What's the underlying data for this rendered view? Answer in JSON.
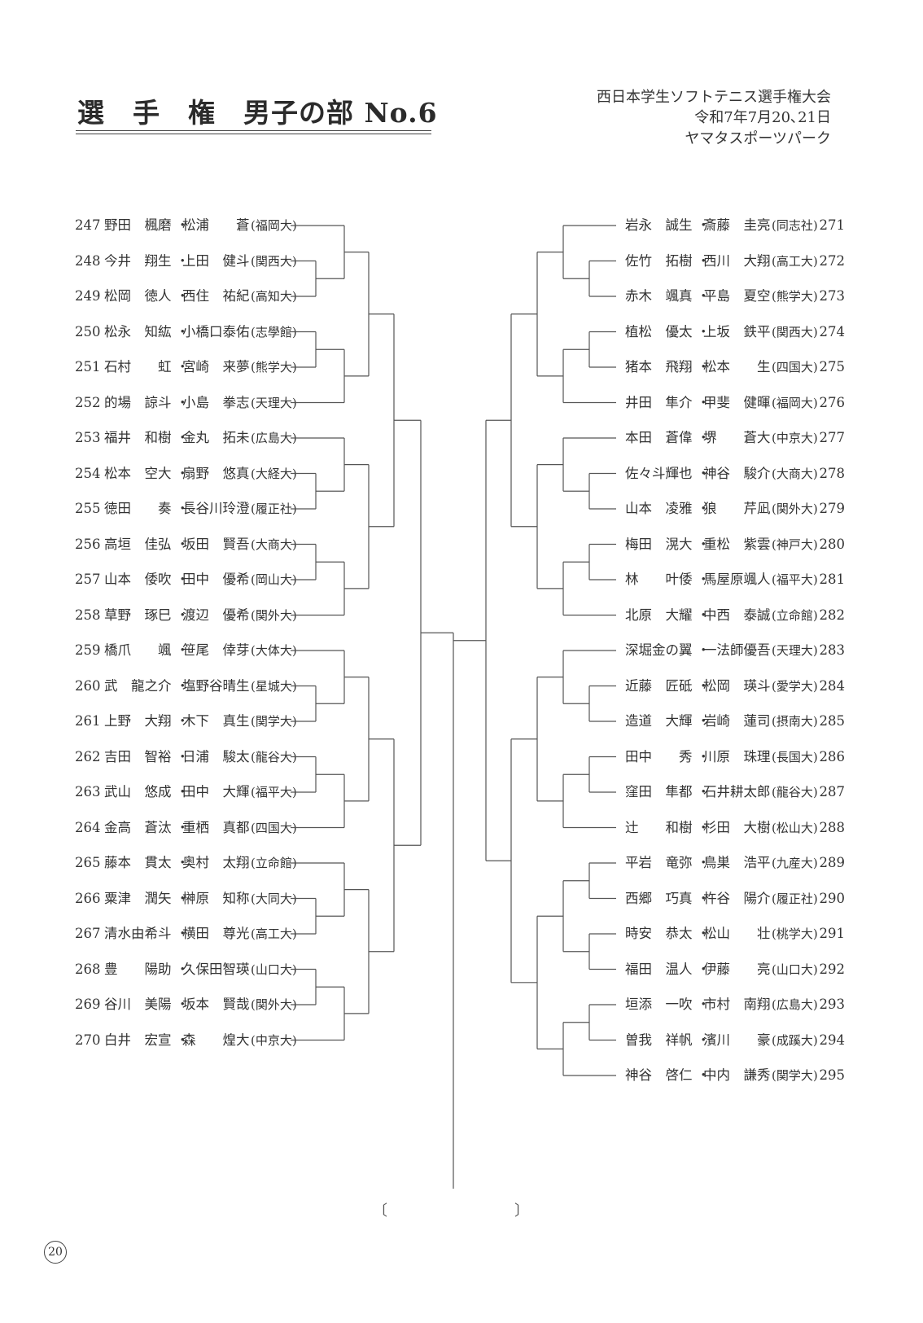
{
  "title": "選　手　権　男子の部 No.6",
  "header": {
    "tournament": "西日本学生ソフトテニス選手権大会",
    "date": "令和7年7月20､21日",
    "venue": "ヤマタスポーツパーク"
  },
  "left_entries": [
    {
      "num": "247",
      "p1": "野田　楓磨",
      "p2": "松浦　　蒼",
      "school": "(福岡大)"
    },
    {
      "num": "248",
      "p1": "今井　翔生",
      "p2": "上田　健斗",
      "school": "(関西大)"
    },
    {
      "num": "249",
      "p1": "松岡　徳人",
      "p2": "西住　祐紀",
      "school": "(高知大)"
    },
    {
      "num": "250",
      "p1": "松永　知紘",
      "p2": "小橋口泰佑",
      "school": "(志學館)"
    },
    {
      "num": "251",
      "p1": "石村　　虹",
      "p2": "宮崎　来夢",
      "school": "(熊学大)"
    },
    {
      "num": "252",
      "p1": "的場　諒斗",
      "p2": "小島　拳志",
      "school": "(天理大)"
    },
    {
      "num": "253",
      "p1": "福井　和樹",
      "p2": "金丸　拓未",
      "school": "(広島大)"
    },
    {
      "num": "254",
      "p1": "松本　空大",
      "p2": "扇野　悠真",
      "school": "(大経大)"
    },
    {
      "num": "255",
      "p1": "徳田　　奏",
      "p2": "長谷川玲澄",
      "school": "(履正社)"
    },
    {
      "num": "256",
      "p1": "高垣　佳弘",
      "p2": "坂田　賢吾",
      "school": "(大商大)"
    },
    {
      "num": "257",
      "p1": "山本　倭吹",
      "p2": "田中　優希",
      "school": "(岡山大)"
    },
    {
      "num": "258",
      "p1": "草野　琢巳",
      "p2": "渡辺　優希",
      "school": "(関外大)"
    },
    {
      "num": "259",
      "p1": "橋爪　　颯",
      "p2": "笹尾　倖芽",
      "school": "(大体大)"
    },
    {
      "num": "260",
      "p1": "武　龍之介",
      "p2": "塩野谷晴生",
      "school": "(星城大)"
    },
    {
      "num": "261",
      "p1": "上野　大翔",
      "p2": "木下　真生",
      "school": "(関学大)"
    },
    {
      "num": "262",
      "p1": "吉田　智裕",
      "p2": "日浦　駿太",
      "school": "(龍谷大)"
    },
    {
      "num": "263",
      "p1": "武山　悠成",
      "p2": "田中　大輝",
      "school": "(福平大)"
    },
    {
      "num": "264",
      "p1": "金高　蒼汰",
      "p2": "重栖　真都",
      "school": "(四国大)"
    },
    {
      "num": "265",
      "p1": "藤本　貫太",
      "p2": "奥村　太翔",
      "school": "(立命館)"
    },
    {
      "num": "266",
      "p1": "粟津　潤矢",
      "p2": "榊原　知称",
      "school": "(大同大)"
    },
    {
      "num": "267",
      "p1": "清水由希斗",
      "p2": "横田　尊光",
      "school": "(高工大)"
    },
    {
      "num": "268",
      "p1": "豊　　陽助",
      "p2": "久保田智瑛",
      "school": "(山口大)"
    },
    {
      "num": "269",
      "p1": "谷川　美陽",
      "p2": "坂本　賢哉",
      "school": "(関外大)"
    },
    {
      "num": "270",
      "p1": "白井　宏宣",
      "p2": "森　　煌大",
      "school": "(中京大)"
    }
  ],
  "right_entries": [
    {
      "num": "271",
      "p1": "岩永　誠生",
      "p2": "斎藤　圭亮",
      "school": "(同志社)"
    },
    {
      "num": "272",
      "p1": "佐竹　拓樹",
      "p2": "西川　大翔",
      "school": "(高工大)"
    },
    {
      "num": "273",
      "p1": "赤木　颯真",
      "p2": "平島　夏空",
      "school": "(熊学大)"
    },
    {
      "num": "274",
      "p1": "植松　優太",
      "p2": "上坂　鉄平",
      "school": "(関西大)"
    },
    {
      "num": "275",
      "p1": "猪本　飛翔",
      "p2": "松本　　生",
      "school": "(四国大)"
    },
    {
      "num": "276",
      "p1": "井田　隼介",
      "p2": "甲斐　健暉",
      "school": "(福岡大)"
    },
    {
      "num": "277",
      "p1": "本田　蒼偉",
      "p2": "堺　　蒼大",
      "school": "(中京大)"
    },
    {
      "num": "278",
      "p1": "佐々斗輝也",
      "p2": "神谷　駿介",
      "school": "(大商大)"
    },
    {
      "num": "279",
      "p1": "山本　凌雅",
      "p2": "狼　　芹凪",
      "school": "(関外大)"
    },
    {
      "num": "280",
      "p1": "梅田　滉大",
      "p2": "重松　紫雲",
      "school": "(神戸大)"
    },
    {
      "num": "281",
      "p1": "林　　叶倭",
      "p2": "馬屋原颯人",
      "school": "(福平大)"
    },
    {
      "num": "282",
      "p1": "北原　大耀",
      "p2": "中西　泰誠",
      "school": "(立命館)"
    },
    {
      "num": "283",
      "p1": "深堀金の翼",
      "p2": "一法師優吾",
      "school": "(天理大)"
    },
    {
      "num": "284",
      "p1": "近藤　匠砥",
      "p2": "松岡　瑛斗",
      "school": "(愛学大)"
    },
    {
      "num": "285",
      "p1": "造道　大輝",
      "p2": "岩崎　蓮司",
      "school": "(摂南大)"
    },
    {
      "num": "286",
      "p1": "田中　　秀",
      "p2": "川原　珠理",
      "school": "(長国大)"
    },
    {
      "num": "287",
      "p1": "窪田　隼都",
      "p2": "石井耕太郎",
      "school": "(龍谷大)"
    },
    {
      "num": "288",
      "p1": "辻　　和樹",
      "p2": "杉田　大樹",
      "school": "(松山大)"
    },
    {
      "num": "289",
      "p1": "平岩　竜弥",
      "p2": "鳥巣　浩平",
      "school": "(九産大)"
    },
    {
      "num": "290",
      "p1": "西郷　巧真",
      "p2": "杵谷　陽介",
      "school": "(履正社)"
    },
    {
      "num": "291",
      "p1": "時安　恭太",
      "p2": "松山　　壮",
      "school": "(桃学大)"
    },
    {
      "num": "292",
      "p1": "福田　温人",
      "p2": "伊藤　　亮",
      "school": "(山口大)"
    },
    {
      "num": "293",
      "p1": "垣添　一吹",
      "p2": "市村　南翔",
      "school": "(広島大)"
    },
    {
      "num": "294",
      "p1": "曽我　祥帆",
      "p2": "濱川　　豪",
      "school": "(成蹊大)"
    },
    {
      "num": "295",
      "p1": "神谷　啓仁",
      "p2": "中内　謙秀",
      "school": "(関学大)"
    }
  ],
  "footer": {
    "bracket_open": "〔",
    "bracket_close": "〕",
    "page_number": "20"
  }
}
